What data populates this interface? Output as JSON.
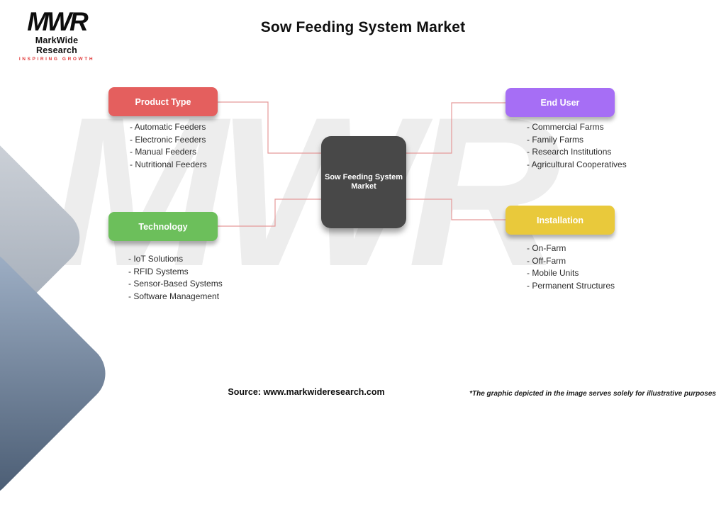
{
  "title": "Sow Feeding System Market",
  "logo": {
    "brand": "MWR",
    "company": "MarkWide Research",
    "tagline": "Inspiring Growth"
  },
  "watermark": "MWR",
  "center_node": {
    "line1": "Sow Feeding System",
    "line2": "Market"
  },
  "colors": {
    "product_type": "#e45f5e",
    "end_user": "#a66ef5",
    "technology": "#6cbf5b",
    "installation": "#e9c93b",
    "center": "#484848",
    "connector": "#e59a9a"
  },
  "nodes": {
    "product_type": {
      "label": "Product Type",
      "items": [
        "- Automatic Feeders",
        "- Electronic Feeders",
        "- Manual Feeders",
        "- Nutritional Feeders"
      ]
    },
    "end_user": {
      "label": "End User",
      "items": [
        "- Commercial Farms",
        "- Family Farms",
        "- Research Institutions",
        "- Agricultural Cooperatives"
      ]
    },
    "technology": {
      "label": "Technology",
      "items": [
        "- IoT Solutions",
        "- RFID Systems",
        "- Sensor-Based Systems",
        "- Software Management"
      ]
    },
    "installation": {
      "label": "Installation",
      "items": [
        "- On-Farm",
        "- Off-Farm",
        "- Mobile Units",
        "- Permanent Structures"
      ]
    }
  },
  "footer": {
    "source_label": "Source:",
    "source_url": "www.markwideresearch.com",
    "disclaimer": "*The graphic depicted in the image serves solely for illustrative purposes"
  }
}
